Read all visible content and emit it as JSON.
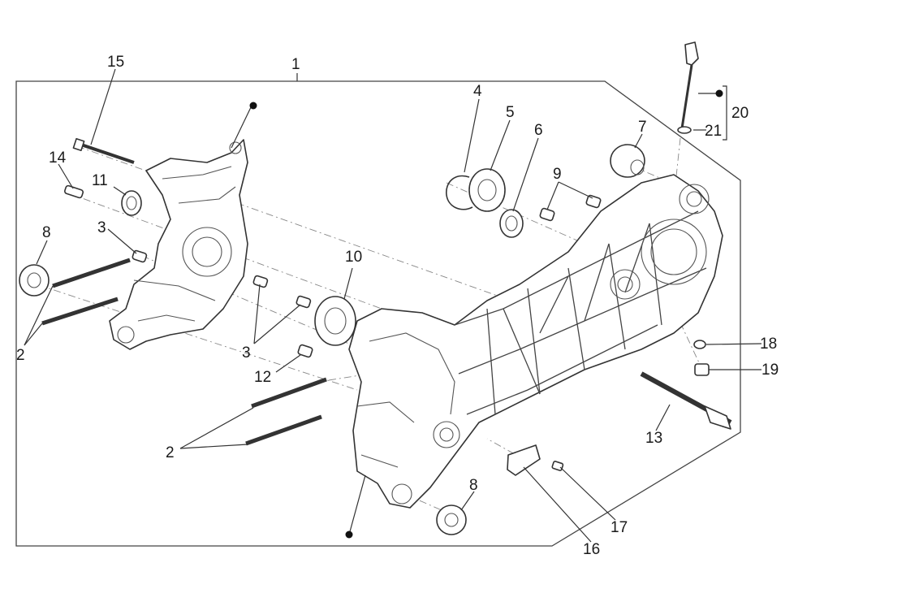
{
  "diagram": {
    "callouts": {
      "c1": "1",
      "c2a": "2",
      "c2b": "2",
      "c3a": "3",
      "c3b": "3",
      "c4": "4",
      "c5": "5",
      "c6": "6",
      "c7": "7",
      "c8a": "8",
      "c8b": "8",
      "c9": "9",
      "c10": "10",
      "c11": "11",
      "c12": "12",
      "c13": "13",
      "c14": "14",
      "c15": "15",
      "c16": "16",
      "c17": "17",
      "c18": "18",
      "c19": "19",
      "c20": "20",
      "c21": "21"
    },
    "colors": {
      "ink": "#333333",
      "background": "#ffffff"
    }
  }
}
